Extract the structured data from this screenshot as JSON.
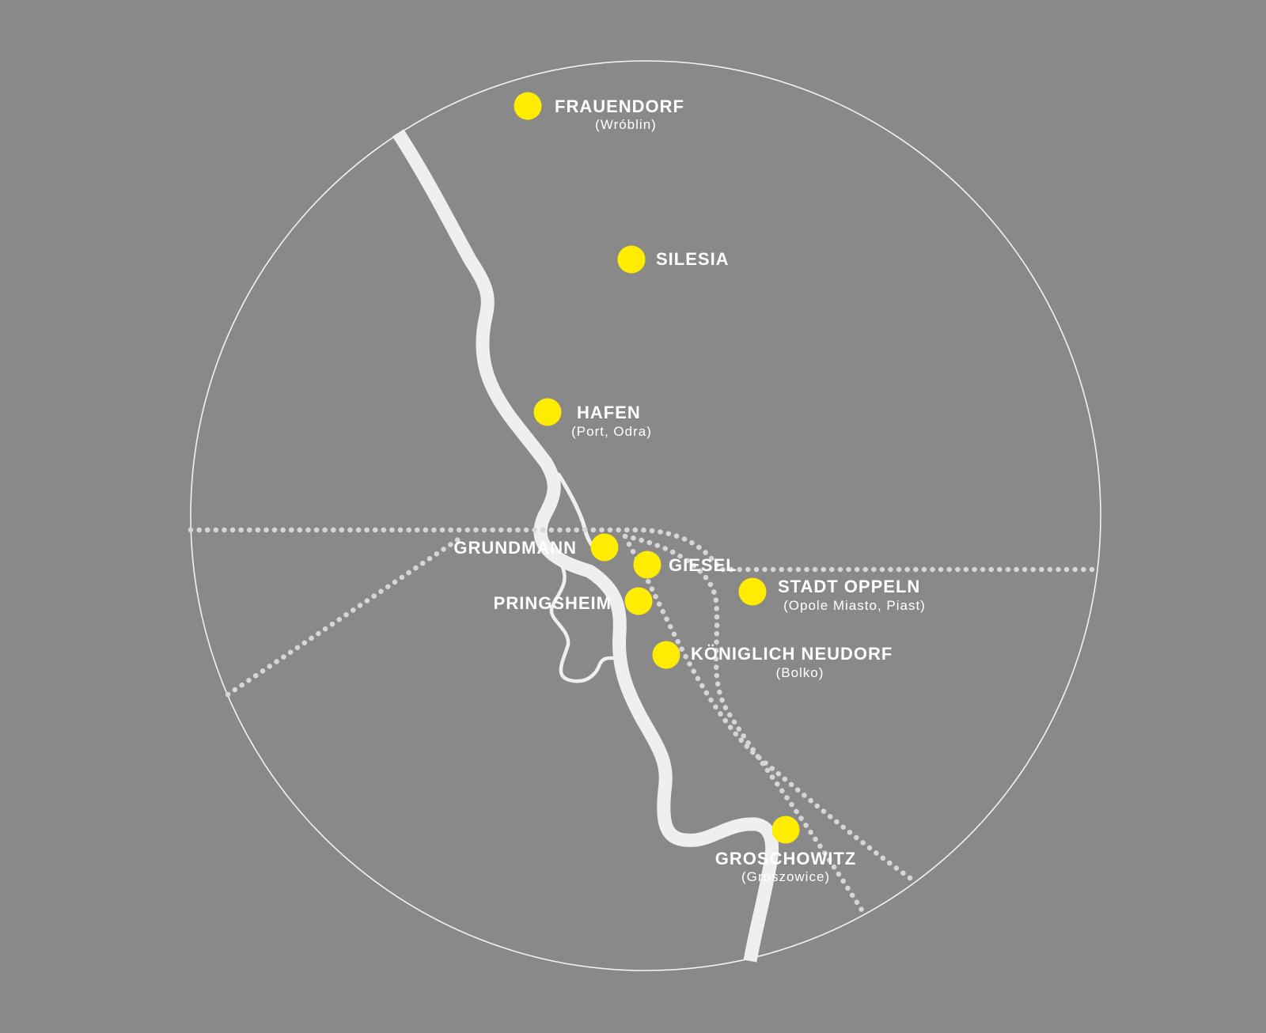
{
  "colors": {
    "background": "#898989",
    "boundary": "#f2f2f2",
    "river": "#efefef",
    "railway": "#d6d6d6",
    "station": "#ffec00",
    "label": "#ffffff"
  },
  "stations": [
    {
      "id": "frauendorf",
      "name": "FRAUENDORF",
      "sub": "(Wróblin)"
    },
    {
      "id": "silesia",
      "name": "SILESIA",
      "sub": ""
    },
    {
      "id": "hafen",
      "name": "HAFEN",
      "sub": "(Port, Odra)"
    },
    {
      "id": "grundmann",
      "name": "GRUNDMANN",
      "sub": ""
    },
    {
      "id": "giesel",
      "name": "GIESEL",
      "sub": ""
    },
    {
      "id": "stadt-oppeln",
      "name": "STADT OPPELN",
      "sub": "(Opole Miasto, Piast)"
    },
    {
      "id": "pringsheim",
      "name": "PRINGSHEIM",
      "sub": ""
    },
    {
      "id": "koniglich-neudorf",
      "name": "KÖNIGLICH NEUDORF",
      "sub": "(Bolko)"
    },
    {
      "id": "groschowitz",
      "name": "GROSCHOWITZ",
      "sub": "(Groszowice)"
    }
  ]
}
